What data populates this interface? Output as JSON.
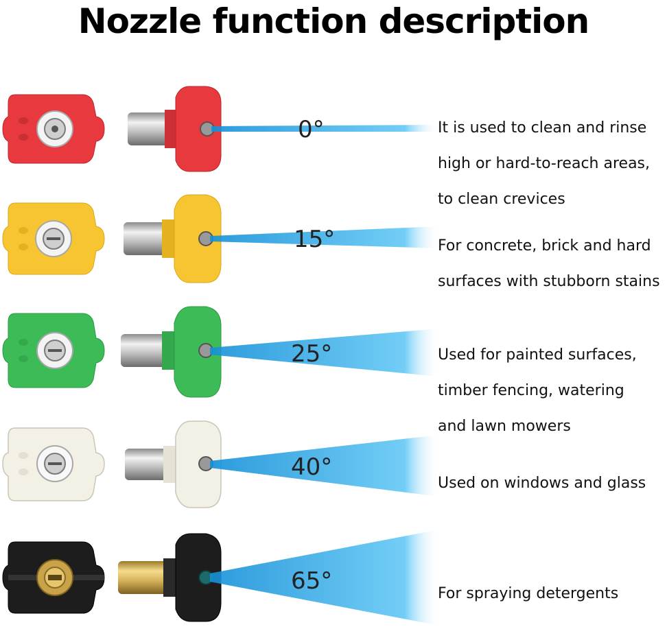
{
  "title": "Nozzle function description",
  "nozzles": [
    {
      "angle": "0°",
      "color": "#e8393f",
      "description": [
        "It is used to clean and rinse",
        "high or hard-to-reach areas,",
        "to clean crevices"
      ]
    },
    {
      "angle": "15°",
      "color": "#f7c531",
      "description": [
        "For concrete, brick and hard",
        "surfaces with stubborn stains"
      ]
    },
    {
      "angle": "25°",
      "color": "#3dbb57",
      "description": [
        "Used for painted surfaces,",
        "timber fencing, watering",
        "and lawn mowers"
      ]
    },
    {
      "angle": "40°",
      "color": "#f3f1e6",
      "description": [
        "Used on windows and glass"
      ]
    },
    {
      "angle": "65°",
      "color": "#1d1d1d",
      "description": [
        "For spraying detergents"
      ]
    }
  ],
  "spray_color": "#29a9e8"
}
